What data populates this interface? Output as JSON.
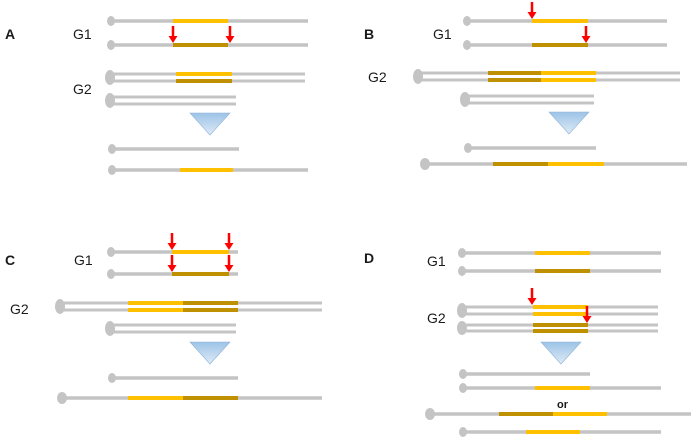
{
  "panels": {
    "A": {
      "letter": "A",
      "g1": "G1",
      "g2": "G2"
    },
    "B": {
      "letter": "B",
      "g1": "G1",
      "g2": "G2"
    },
    "C": {
      "letter": "C",
      "g1": "G1",
      "g2": "G2"
    },
    "D": {
      "letter": "D",
      "g1": "G1",
      "g2": "G2",
      "or": "or"
    }
  },
  "colors": {
    "strand": "#c4c4c4",
    "yellow": "#ffc000",
    "gold": "#bf9000",
    "arrow": "#ff0000",
    "funnel_top": "#9dc3e6",
    "funnel_bottom": "#deebf7"
  }
}
